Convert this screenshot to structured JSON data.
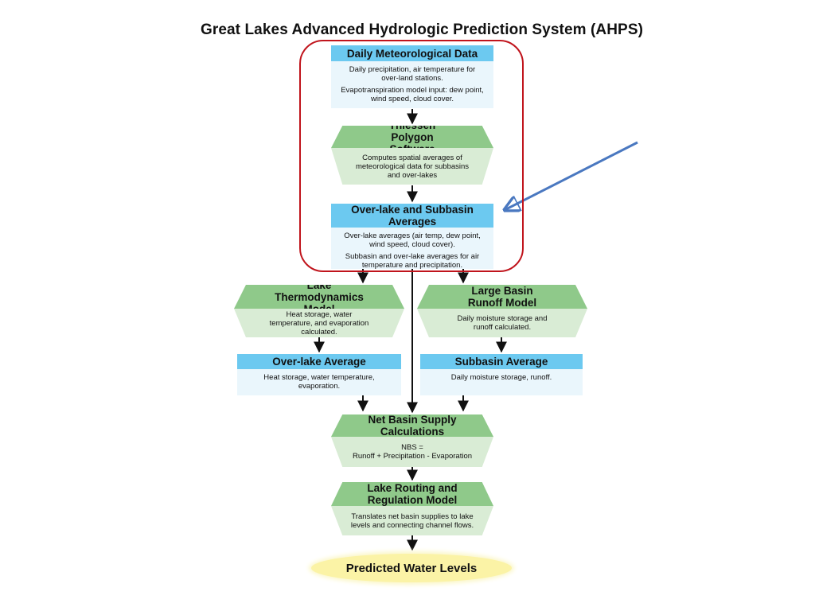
{
  "title": "Great Lakes Advanced Hydrologic Prediction System (AHPS)",
  "met_data": {
    "header": "Daily Meteorological Data",
    "line1": "Daily precipitation, air temperature for over-land stations.",
    "line2": "Evapotranspiration model input: dew point, wind speed, cloud cover."
  },
  "thiessen": {
    "header": "Thiessen Polygon Software",
    "body": "Computes spatial averages of meteorological data for subbasins and over-lakes"
  },
  "overlake_subbasin": {
    "header": "Over-lake and Subbasin Averages",
    "line1": "Over-lake averages (air temp, dew point, wind speed, cloud cover).",
    "line2": "Subbasin and over-lake averages for air temperature and precipitation."
  },
  "lake_thermo": {
    "header": "Lake Thermodynamics Model",
    "body": "Heat storage, water temperature, and evaporation calculated."
  },
  "large_basin": {
    "header": "Large Basin Runoff Model",
    "body": "Daily moisture storage and runoff calculated."
  },
  "overlake_avg": {
    "header": "Over-lake Average",
    "body": "Heat storage, water temperature, evaporation."
  },
  "subbasin_avg": {
    "header": "Subbasin Average",
    "body": "Daily moisture storage, runoff."
  },
  "nbs": {
    "header": "Net Basin Supply Calculations",
    "line1": "NBS =",
    "line2": "Runoff + Precipitation - Evaporation"
  },
  "routing": {
    "header": "Lake Routing and Regulation Model",
    "body": "Translates net basin supplies to lake levels and connecting channel flows."
  },
  "output": {
    "label": "Predicted Water Levels"
  },
  "colors": {
    "blue_header": "#6cc9f0",
    "green_header": "#8fc98a",
    "highlight": "#c0141c",
    "pointer_arrow": "#4a78c0",
    "output_oval": "#fbf3a6"
  }
}
